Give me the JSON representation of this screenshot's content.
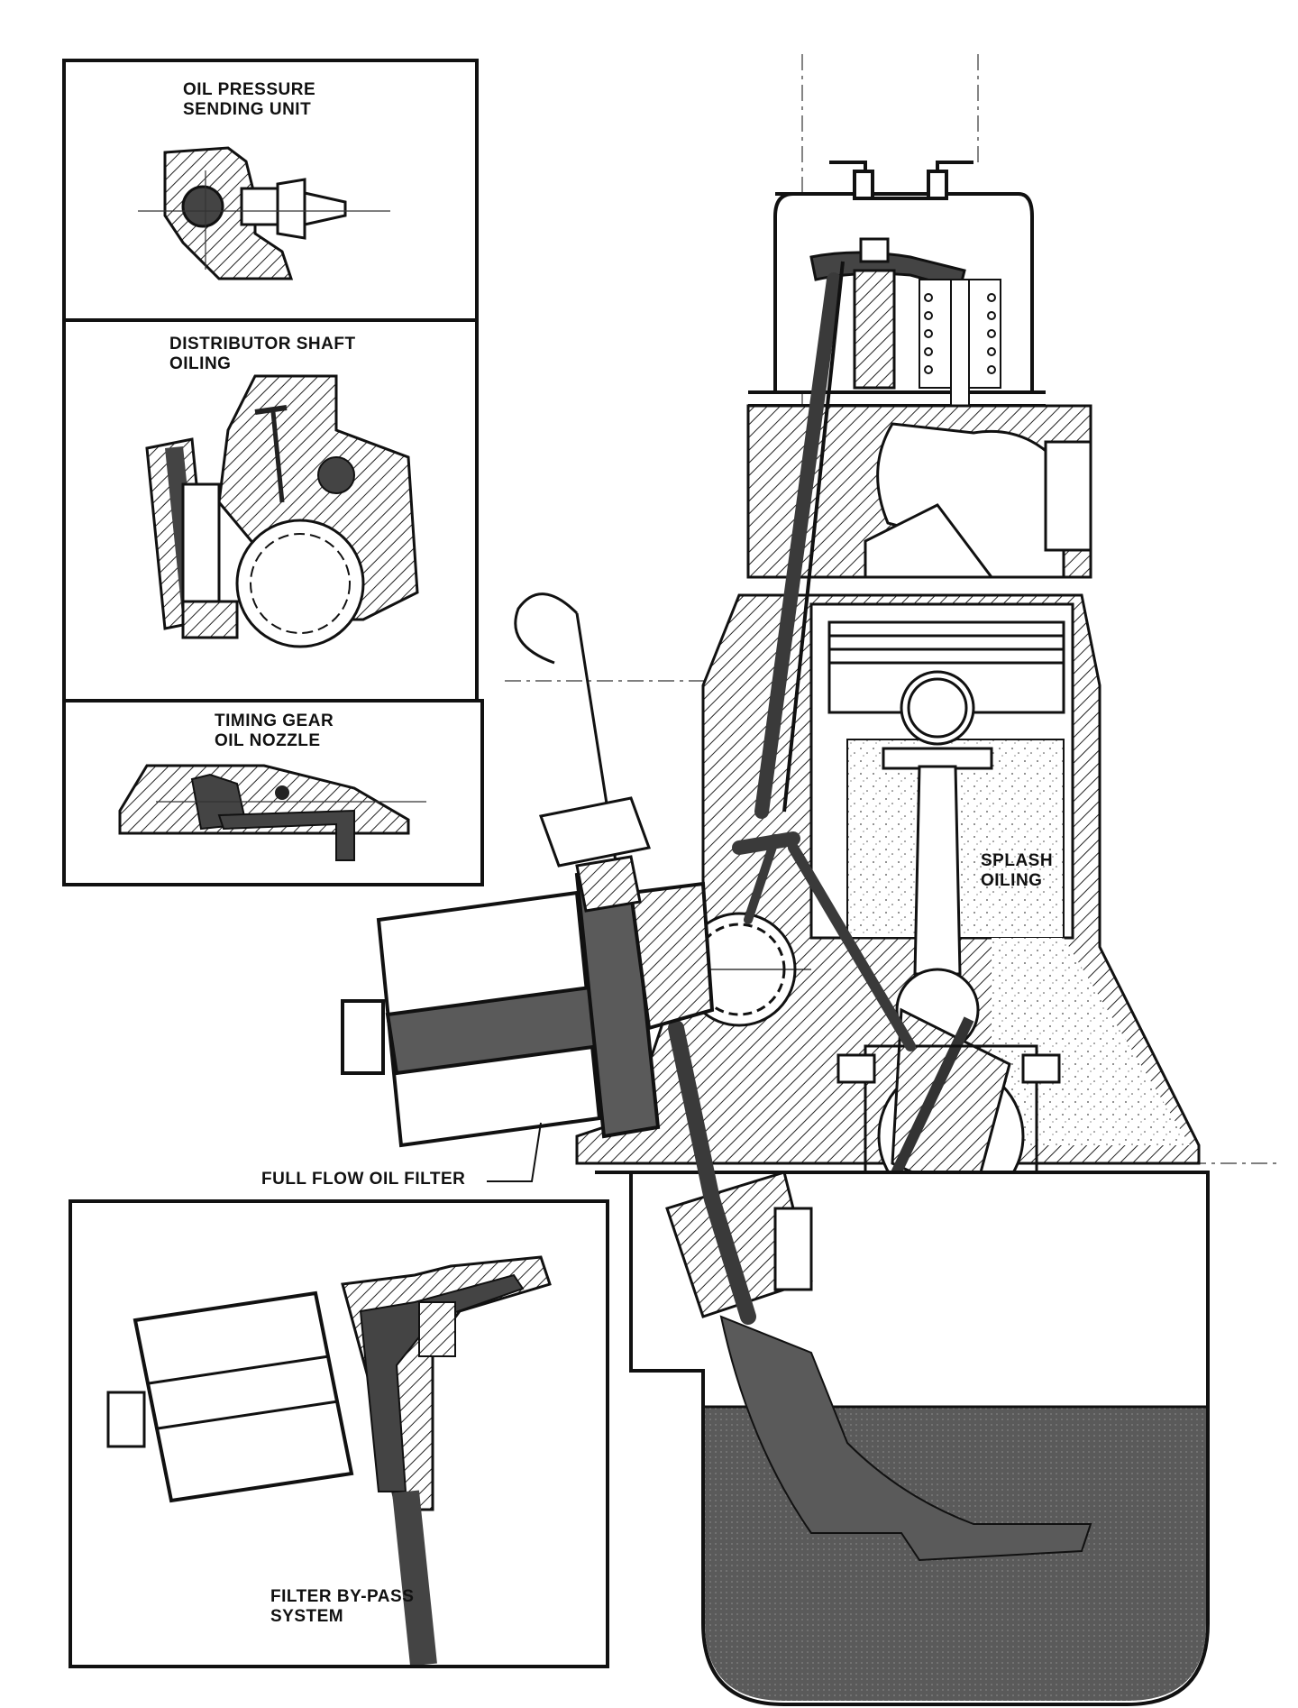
{
  "labels": {
    "oil_pressure_sending_unit": "OIL PRESSURE\nSENDING UNIT",
    "distributor_shaft_oiling": "DISTRIBUTOR SHAFT\nOILING",
    "timing_gear_oil_nozzle": "TIMING GEAR\nOIL NOZZLE",
    "splash_oiling": "SPLASH\nOILING",
    "full_flow_oil_filter": "FULL FLOW OIL FILTER",
    "filter_by_pass_system": "FILTER BY-PASS\nSYSTEM"
  },
  "colors": {
    "ink": "#111111",
    "oil": "#555555",
    "oil_dark": "#3a3a3a",
    "paper": "#ffffff"
  }
}
